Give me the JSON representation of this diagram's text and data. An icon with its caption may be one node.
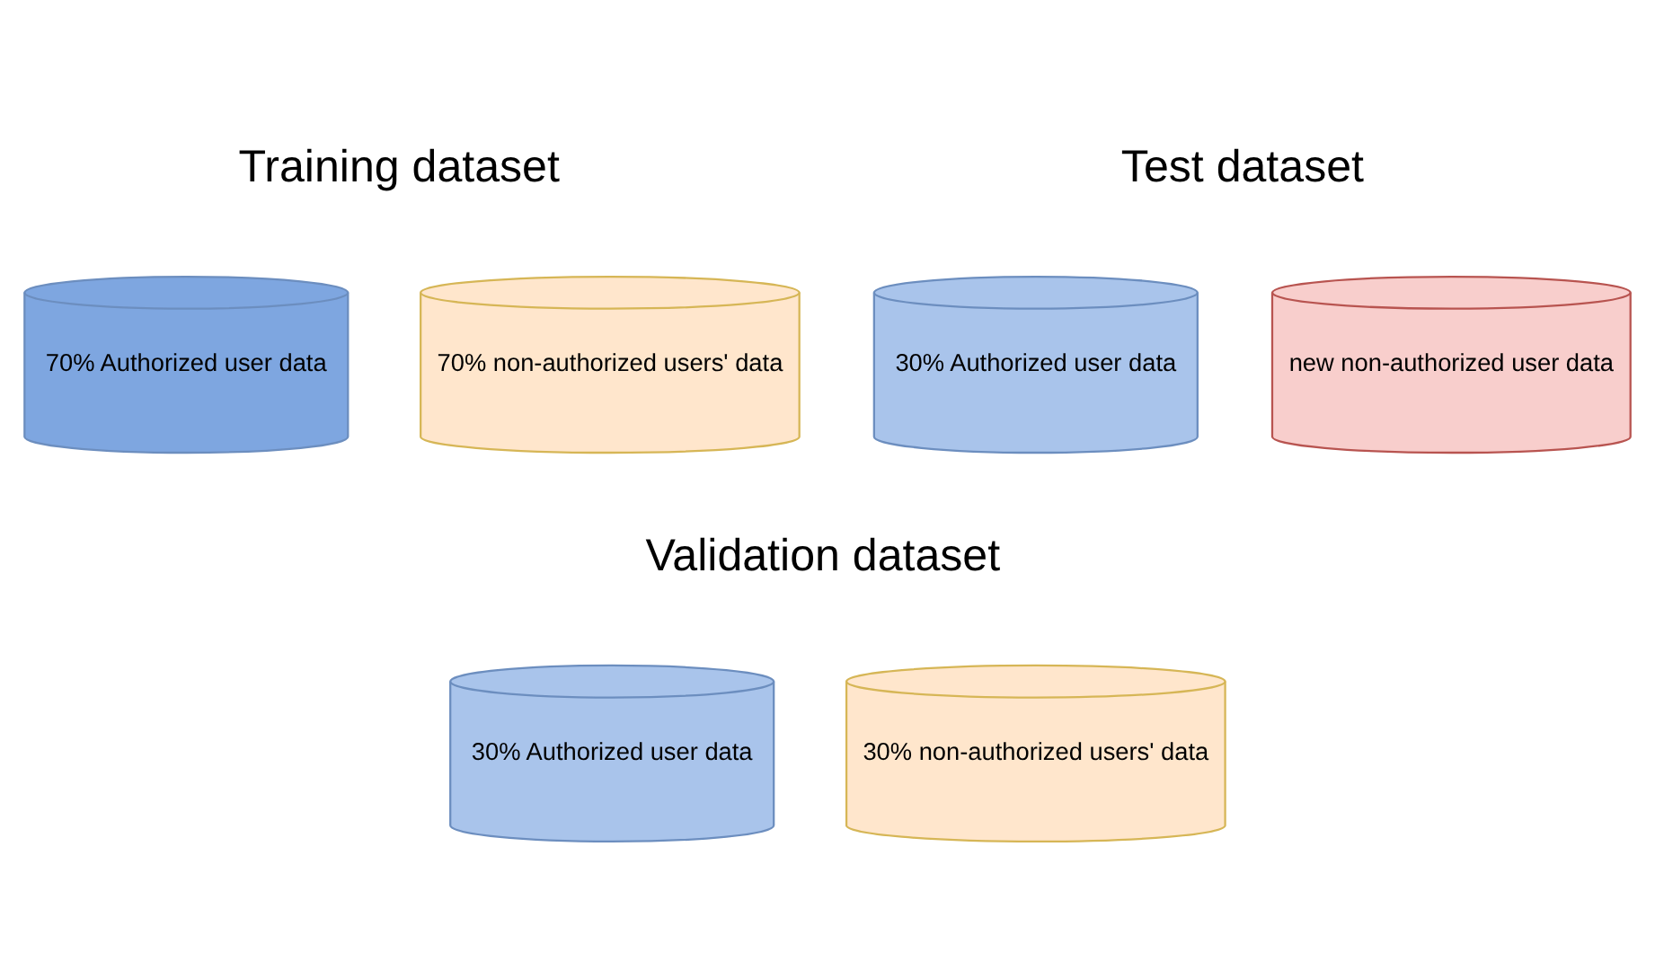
{
  "diagram": {
    "nodes": [
      {
        "text": [
          "70% Authorized user data"
        ]
      },
      {
        "text": [
          "70% non-authorized users' data"
        ]
      },
      {
        "text": [
          "30% Authorized user data"
        ]
      },
      {
        "text": [
          "new non-authorized user data"
        ]
      },
      {
        "text": [
          "30% Authorized user data"
        ]
      },
      {
        "text": [
          "30% non-authorized users' data"
        ]
      }
    ],
    "edges": [],
    "labels": [
      "Training dataset",
      "Test dataset",
      "Validation dataset"
    ]
  }
}
